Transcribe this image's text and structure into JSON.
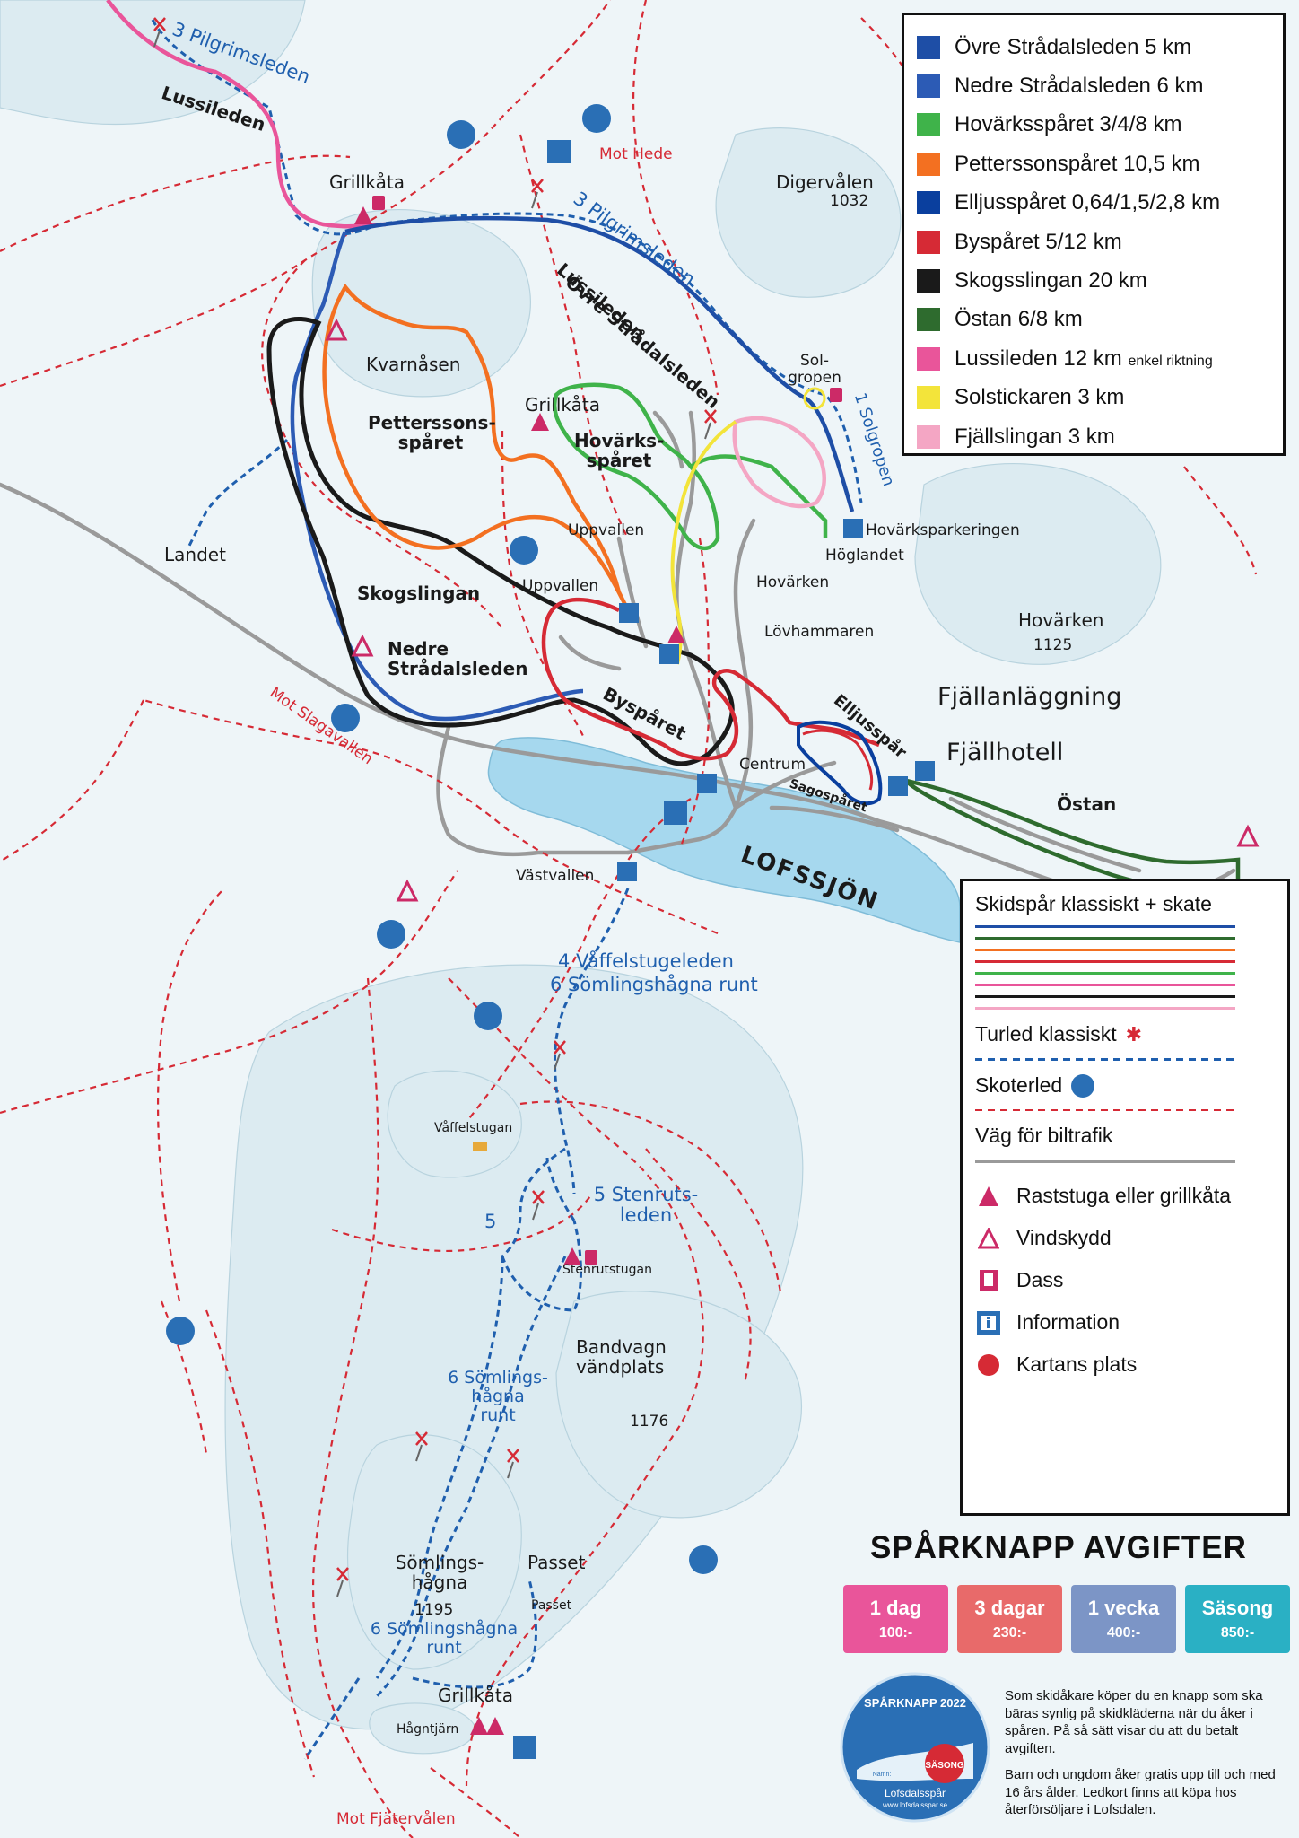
{
  "colors": {
    "ovre": "#1e4ea6",
    "nedre": "#1e4ea6",
    "hovark": "#3fb34a",
    "petterssons": "#f37021",
    "elljus": "#0a3f9e",
    "bysparet": "#d62a35",
    "skogs": "#1a1a1a",
    "ostan": "#2e6b2e",
    "lussileden": "#e9559a",
    "solstickaren": "#f3e43a",
    "fjallslingan": "#f4a6c4",
    "turled": "#1f5fae",
    "skoterled": "#d62a35",
    "road": "#999999",
    "lake": "#a6d8ee",
    "rast": "#cc2a67",
    "info": "#2a6fb5"
  },
  "legend_trails": [
    {
      "color": "#1e4ea6",
      "label": "Övre Strådalsleden 5 km",
      "note": ""
    },
    {
      "color": "#2c5bb5",
      "label": "Nedre Strådalsleden 6 km",
      "note": ""
    },
    {
      "color": "#3fb34a",
      "label": "Hovärksspåret 3/4/8 km",
      "note": ""
    },
    {
      "color": "#f37021",
      "label": "Petterssonspåret 10,5 km",
      "note": ""
    },
    {
      "color": "#0a3f9e",
      "label": "Elljusspåret 0,64/1,5/2,8 km",
      "note": ""
    },
    {
      "color": "#d62a35",
      "label": "Byspåret 5/12 km",
      "note": ""
    },
    {
      "color": "#1a1a1a",
      "label": "Skogsslingan 20 km",
      "note": ""
    },
    {
      "color": "#2e6b2e",
      "label": "Östan 6/8 km",
      "note": ""
    },
    {
      "color": "#e9559a",
      "label": "Lussileden 12 km",
      "note": "enkel riktning"
    },
    {
      "color": "#f3e43a",
      "label": "Solstickaren 3 km",
      "note": ""
    },
    {
      "color": "#f4a6c4",
      "label": "Fjällslingan 3 km",
      "note": ""
    }
  ],
  "legend_symbols": {
    "skidspar": "Skidspår klassiskt + skate",
    "skidspar_colors": [
      "#1e4ea6",
      "#2e6b2e",
      "#f37021",
      "#d62a35",
      "#3fb34a",
      "#e9559a",
      "#1a1a1a",
      "#f4a6c4"
    ],
    "turled": "Turled klassiskt",
    "skoterled": "Skoterled",
    "vag": "Väg för biltrafik",
    "rast": "Raststuga eller grillkåta",
    "vindskydd": "Vindskydd",
    "dass": "Dass",
    "information": "Information",
    "kartans_plats": "Kartans plats"
  },
  "labels": {
    "pilgrimsleden_3_top": "3 Pilgrimsleden",
    "lussileden_top": "Lussileden",
    "grillkata_1": "Grillkåta",
    "mot_hede": "Mot Hede",
    "digervalen": "Digervålen",
    "digervalen_h": "1032",
    "pilgrimsleden_3_mid": "3 Pilgrimsleden",
    "lussileden_mid": "Lussileden",
    "ovre_stradalsleden": "Övre Strådalsleden",
    "solgropen": "Sol-\ngropen",
    "solgropen_1": "1 Solgropen",
    "kvarnasen": "Kvarnåsen",
    "petterssonsparet": "Petterssons-\nspåret",
    "grillkata_2": "Grillkåta",
    "hovarksparet": "Hovärks-\nspåret",
    "uppvallen_1": "Uppvallen",
    "hovarksparkeringen": "Hovärksparkeringen",
    "hoglandet": "Höglandet",
    "hovarken_1": "Hovärken",
    "hovarken_2": "Hovärken",
    "hovarken_h": "1125",
    "landet": "Landet",
    "uppvallen_2": "Uppvallen",
    "lovhammaren": "Lövhammaren",
    "skogslingan": "Skogslingan",
    "nedre_stradalsleden": "Nedre\nStrådalsleden",
    "fjallanlaggning": "Fjällanläggning",
    "fjallhotell": "Fjällhotell",
    "bysparet": "Byspåret",
    "elljusspar": "Elljusspår",
    "sagosparet": "Sagospåret",
    "centrum": "Centrum",
    "ostan": "Östan",
    "mot_slagavallen": "Mot Slagavallen",
    "lofssjon": "LOFSSJÖN",
    "vastvallen": "Västvallen",
    "vaffelstugeleden": "4 Våffelstugeleden",
    "somlingshagna_runt_1": "6 Sömlingshågna runt",
    "vaffelstugan": "Våffelstugan",
    "stenrutsleden": "5 Stenruts-\nleden",
    "five": "5",
    "stenrutstugan": "Stenrutstugan",
    "bandvagn": "Bandvagn\nvändplats",
    "h1176": "1176",
    "somlingshagna_6": "6   Sömlings-\nhågna\nrunt",
    "somlingshagna": "Sömlings-\nhågna",
    "h1195": "1195",
    "passet": "Passet",
    "passet_small": "Passet",
    "somlingshagna_runt_2": "6 Sömlingshågna\nrunt",
    "grillkata_3": "Grillkåta",
    "hagntjarn": "Hågntjärn",
    "mot_fjatervalen": "Mot Fjätervålen"
  },
  "fees": {
    "title": "SPÅRKNAPP AVGIFTER",
    "items": [
      {
        "name": "1 dag",
        "price": "100:-",
        "color": "#e9559a"
      },
      {
        "name": "3 dagar",
        "price": "230:-",
        "color": "#e86a6a"
      },
      {
        "name": "1 vecka",
        "price": "400:-",
        "color": "#7c95c6"
      },
      {
        "name": "Säsong",
        "price": "850:-",
        "color": "#2ab0c4"
      }
    ]
  },
  "badge": {
    "top_text": "SPÅRKNAPP 2022",
    "season": "SÄSONG",
    "name_line": "Namn:",
    "brand": "Lofsdalsspår",
    "url": "www.lofsdalsspar.se"
  },
  "info": {
    "p1": "Som skidåkare köper du en knapp som ska bäras synlig på skidkläderna när du åker i spåren. På så sätt visar du att du betalt avgiften.",
    "p2": "Barn och ungdom åker gratis upp till och med 16 års ålder. Ledkort finns att köpa hos återförsöljare i Lofsdalen."
  }
}
